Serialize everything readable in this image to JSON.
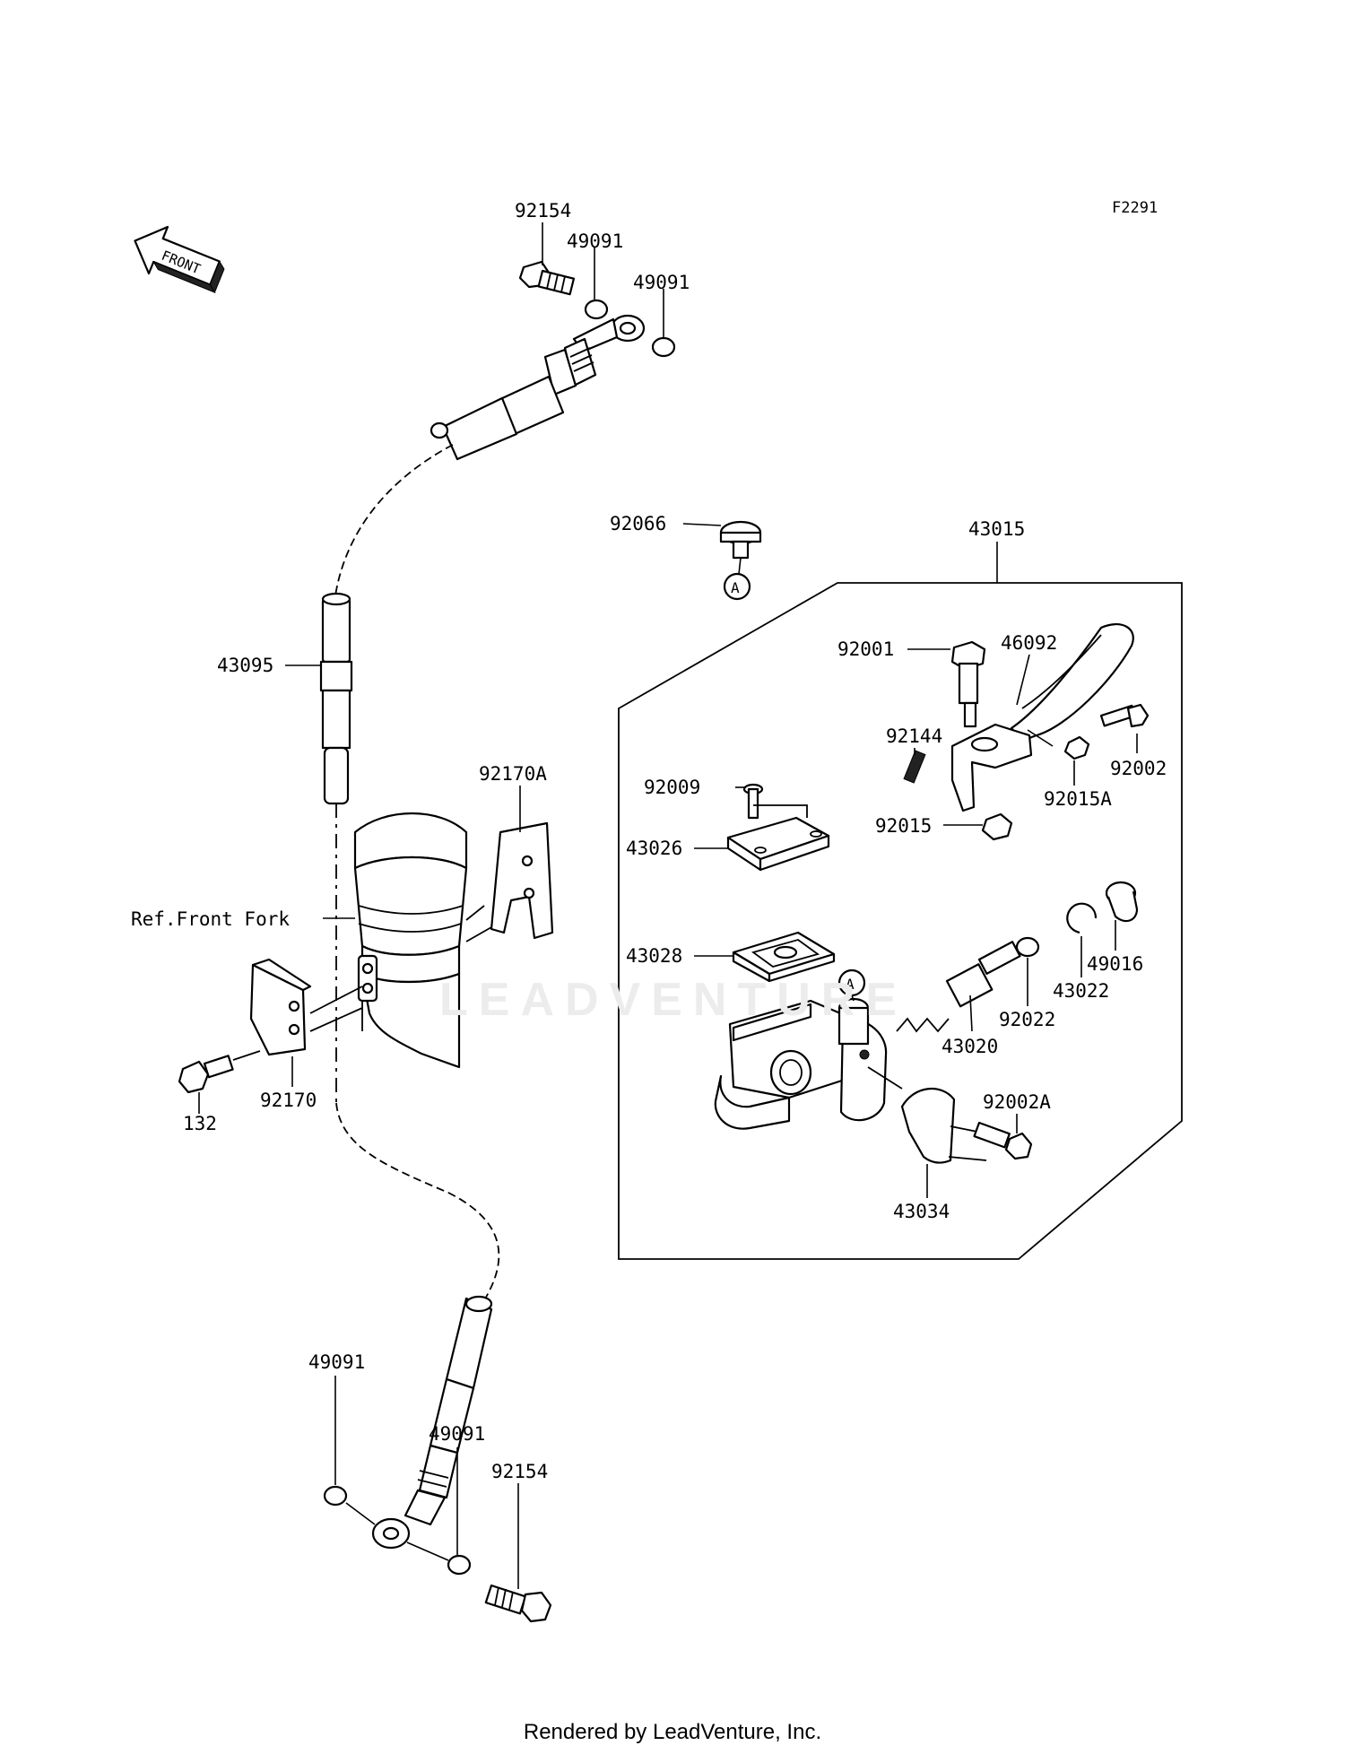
{
  "figure_code": "F2291",
  "front_label": "FRONT",
  "ref_label": "Ref.Front Fork",
  "marker_letter": "A",
  "footer": "Rendered by LeadVenture, Inc.",
  "watermark": "LEADVENTURE",
  "parts": {
    "p92154_top": "92154",
    "p49091_a": "49091",
    "p49091_b": "49091",
    "p92066": "92066",
    "p43015": "43015",
    "p43095": "43095",
    "p92170A": "92170A",
    "p92170": "92170",
    "p132": "132",
    "p49091_c": "49091",
    "p49091_d": "49091",
    "p92154_bot": "92154",
    "p92001": "92001",
    "p46092": "46092",
    "p92144": "92144",
    "p92002": "92002",
    "p92015A": "92015A",
    "p92015": "92015",
    "p92009": "92009",
    "p43026": "43026",
    "p43028": "43028",
    "p49016": "49016",
    "p43022": "43022",
    "p92022": "92022",
    "p43020": "43020",
    "p92002A": "92002A",
    "p43034": "43034"
  }
}
